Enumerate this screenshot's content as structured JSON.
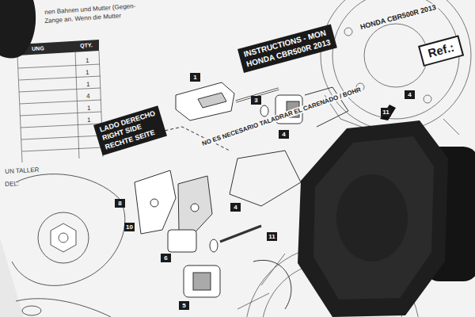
{
  "diagram": {
    "nodes": [
      {
        "text": [
          "INSTRUCTIONS - MON",
          "HONDA CBR500R 2013"
        ]
      },
      {
        "text": [
          "Ref.:"
        ]
      },
      {
        "text": [
          "LADO DERECHO",
          "RIGHT SIDE",
          "RECHTE SEITE"
        ]
      }
    ],
    "labels": [
      "HONDA CBR500R 2013",
      "NO ES NECESARIO TALADRAR EL CARENADO / BOHR",
      "1",
      "3",
      "4",
      "11",
      "4",
      "8",
      "10",
      "4",
      "11",
      "6",
      "5",
      "UNG",
      "QTY.",
      "1",
      "1",
      "1",
      "4",
      "1",
      "1",
      "UN TALLER",
      "DEL:",
      "nen Bahnen und Mutter (Gegen-",
      "Zange an. Wenn die Mutter"
    ]
  }
}
